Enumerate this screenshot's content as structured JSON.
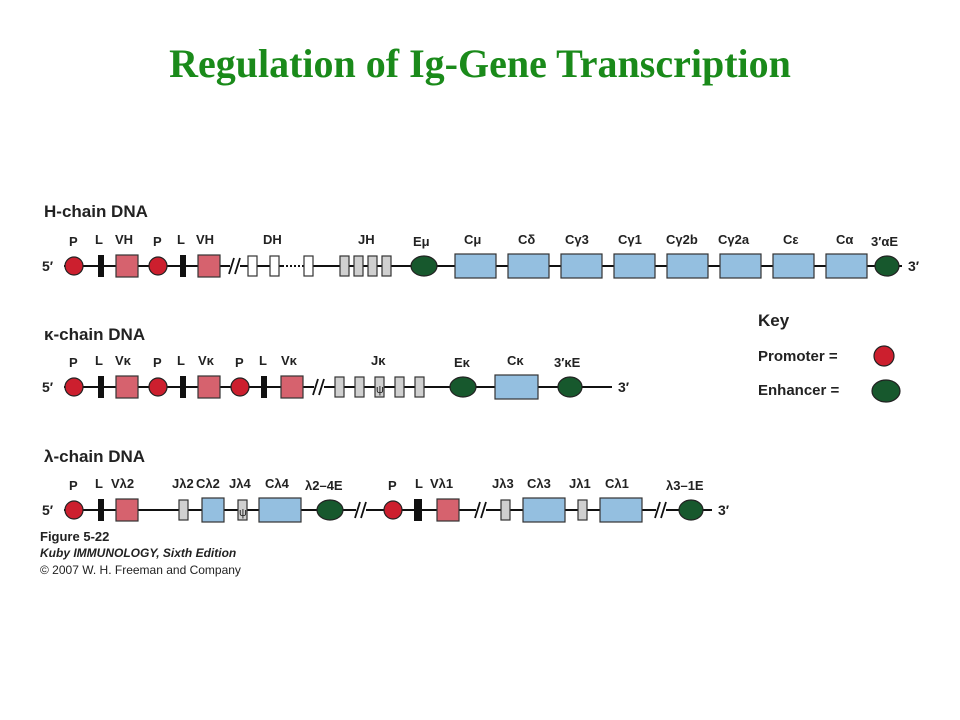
{
  "title": "Regulation of Ig-Gene Transcription",
  "colors": {
    "title": "#1a8a1a",
    "promoter": "#cc1f2e",
    "enhancer": "#17582d",
    "v_segment": "#d6626e",
    "c_segment": "#94bfe0",
    "j_d_segment": "#d0d0d0",
    "leader": "#111111"
  },
  "rows": {
    "h": {
      "heading": "H-chain DNA",
      "end5": "5′",
      "end3": "3′",
      "labels": {
        "p1": "P",
        "l1": "L",
        "vh1": "VH",
        "p2": "P",
        "l2": "L",
        "vh2": "VH",
        "dh": "DH",
        "jh": "JH",
        "emu": "Eμ",
        "cmu": "Cμ",
        "cdelta": "Cδ",
        "cg3": "Cγ3",
        "cg1": "Cγ1",
        "cg2b": "Cγ2b",
        "cg2a": "Cγ2a",
        "ceps": "Cε",
        "calpha": "Cα",
        "e3alpha": "3′αE"
      }
    },
    "k": {
      "heading": "κ-chain DNA",
      "end5": "5′",
      "end3": "3′",
      "labels": {
        "p1": "P",
        "l1": "L",
        "vk1": "Vκ",
        "p2": "P",
        "l2": "L",
        "vk2": "Vκ",
        "p3": "P",
        "l3": "L",
        "vk3": "Vκ",
        "jk": "Jκ",
        "ek": "Eκ",
        "ck": "Cκ",
        "e3k": "3′κE"
      }
    },
    "l": {
      "heading": "λ-chain DNA",
      "end5": "5′",
      "end3": "3′",
      "labels": {
        "p1": "P",
        "l1": "L",
        "vl2": "Vλ2",
        "jl2": "Jλ2",
        "cl2": "Cλ2",
        "jl4": "Jλ4",
        "cl4": "Cλ4",
        "e24": "λ2–4E",
        "p2": "P",
        "l2": "L",
        "vl1": "Vλ1",
        "jl3": "Jλ3",
        "cl3": "Cλ3",
        "jl1": "Jλ1",
        "cl1": "Cλ1",
        "e31": "λ3–1E"
      }
    }
  },
  "key": {
    "heading": "Key",
    "promoter_label": "Promoter =",
    "enhancer_label": "Enhancer ="
  },
  "caption": {
    "figure": "Figure 5-22",
    "book": "Kuby IMMUNOLOGY, Sixth Edition",
    "copyright": "© 2007 W. H. Freeman and Company"
  }
}
